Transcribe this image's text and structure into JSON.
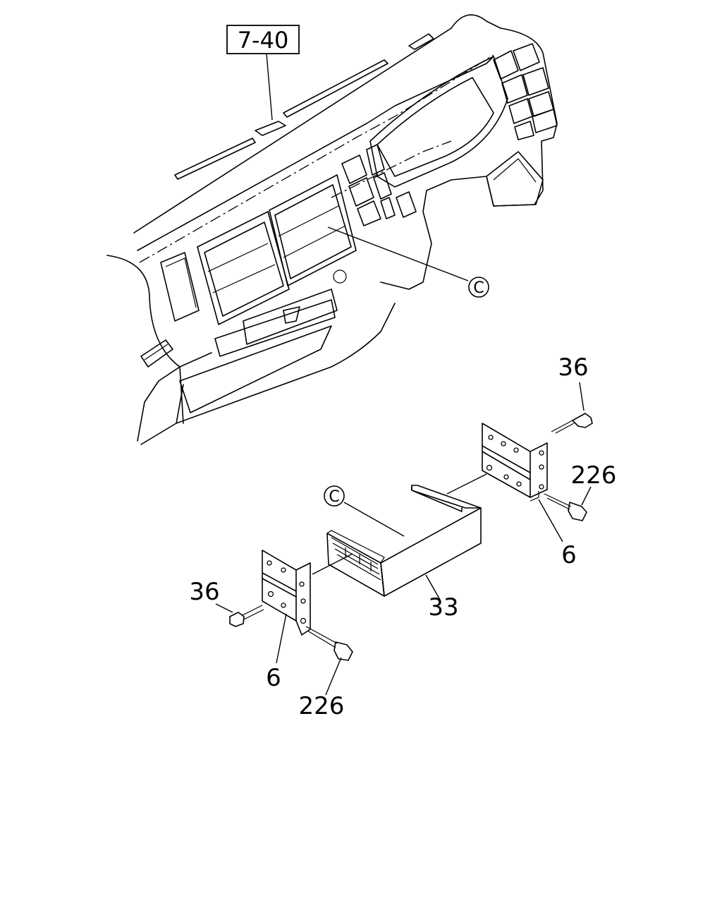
{
  "diagram": {
    "reference_box": "7-40",
    "callout_letter": "C",
    "part_labels": {
      "screw_right": "36",
      "bolt_right": "226",
      "bracket_right": "6",
      "pocket": "33",
      "screw_left": "36",
      "bracket_left": "6",
      "bolt_left": "226"
    }
  }
}
